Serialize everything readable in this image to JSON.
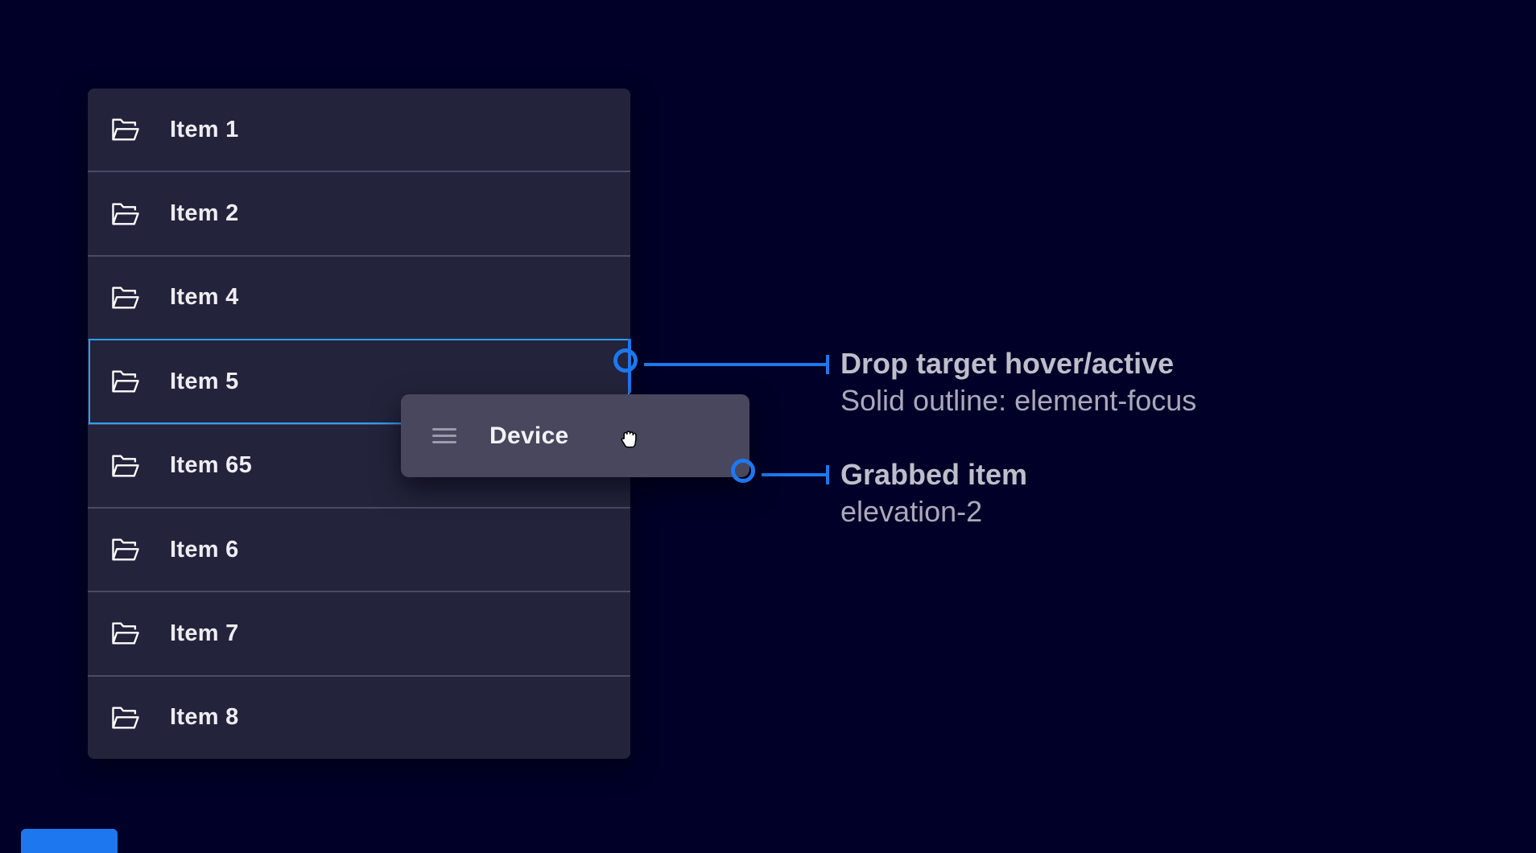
{
  "list": {
    "items": [
      {
        "label": "Item 1"
      },
      {
        "label": "Item 2"
      },
      {
        "label": "Item 4"
      },
      {
        "label": "Item 5"
      },
      {
        "label": "Item 65"
      },
      {
        "label": "Item 6"
      },
      {
        "label": "Item 7"
      },
      {
        "label": "Item 8"
      }
    ],
    "focused_item": "Item 5"
  },
  "drag": {
    "card_label": "Device"
  },
  "annotations": [
    {
      "title": "Drop target hover/active",
      "subtitle": "Solid outline: element-focus"
    },
    {
      "title": "Grabbed item",
      "subtitle": "elevation-2"
    }
  ],
  "colors": {
    "page_bg": "#000028",
    "panel_bg": "#23233c",
    "separator": "#4a4a64",
    "row_text": "#ededf2",
    "card_bg": "#48475d",
    "handle": "#9b9bab",
    "accent_outline": "#2aa0ff",
    "accent_line": "#1d78f0",
    "ann_title": "#bebeca",
    "ann_sub": "#a9a9bb"
  },
  "icons": {
    "row_icon": "folder-open-icon",
    "card_handle": "drag-handle-icon",
    "cursor": "grab-cursor-icon"
  }
}
